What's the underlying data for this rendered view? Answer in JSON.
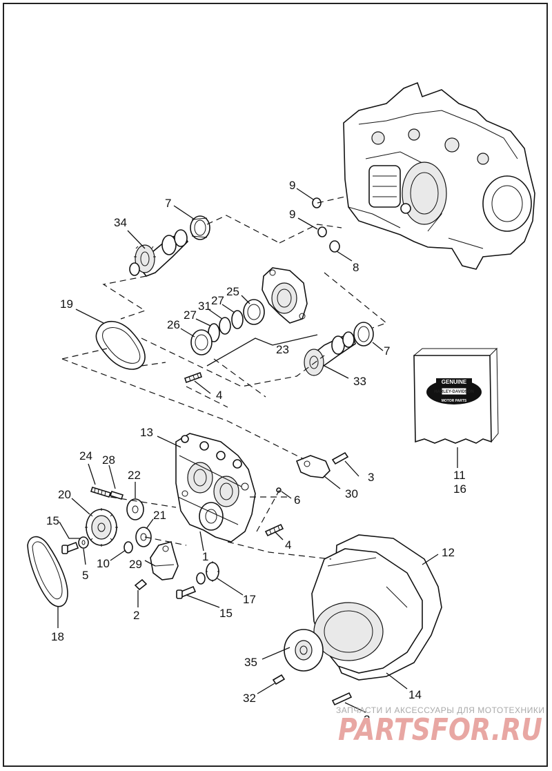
{
  "callouts": [
    {
      "id": "c9a",
      "label": "9"
    },
    {
      "id": "c9b",
      "label": "9"
    },
    {
      "id": "c8",
      "label": "8"
    },
    {
      "id": "c7a",
      "label": "7"
    },
    {
      "id": "c34",
      "label": "34"
    },
    {
      "id": "c25",
      "label": "25"
    },
    {
      "id": "c27a",
      "label": "27"
    },
    {
      "id": "c31",
      "label": "31"
    },
    {
      "id": "c27b",
      "label": "27"
    },
    {
      "id": "c26",
      "label": "26"
    },
    {
      "id": "c19",
      "label": "19"
    },
    {
      "id": "c23",
      "label": "23"
    },
    {
      "id": "c7b",
      "label": "7"
    },
    {
      "id": "c33",
      "label": "33"
    },
    {
      "id": "c4a",
      "label": "4"
    },
    {
      "id": "c11",
      "label": "11"
    },
    {
      "id": "c16",
      "label": "16"
    },
    {
      "id": "c13",
      "label": "13"
    },
    {
      "id": "c24",
      "label": "24"
    },
    {
      "id": "c28",
      "label": "28"
    },
    {
      "id": "c22",
      "label": "22"
    },
    {
      "id": "c3a",
      "label": "3"
    },
    {
      "id": "c20",
      "label": "20"
    },
    {
      "id": "c30",
      "label": "30"
    },
    {
      "id": "c6",
      "label": "6"
    },
    {
      "id": "c21",
      "label": "21"
    },
    {
      "id": "c15a",
      "label": "15"
    },
    {
      "id": "c4b",
      "label": "4"
    },
    {
      "id": "c10",
      "label": "10"
    },
    {
      "id": "c5",
      "label": "5"
    },
    {
      "id": "c29",
      "label": "29"
    },
    {
      "id": "c1",
      "label": "1"
    },
    {
      "id": "c12",
      "label": "12"
    },
    {
      "id": "c17",
      "label": "17"
    },
    {
      "id": "c2",
      "label": "2"
    },
    {
      "id": "c15b",
      "label": "15"
    },
    {
      "id": "c18",
      "label": "18"
    },
    {
      "id": "c35",
      "label": "35"
    },
    {
      "id": "c14",
      "label": "14"
    },
    {
      "id": "c32",
      "label": "32"
    },
    {
      "id": "c3b",
      "label": "3"
    }
  ],
  "logo": {
    "top": "GENUINE",
    "middle": "HARLEY-DAVIDSON",
    "bottom": "MOTOR PARTS"
  },
  "watermark": {
    "tagline": "ЗАПЧАСТИ И АКСЕССУАРЫ ДЛЯ МОТОТЕХНИКИ",
    "brand": "PARTSFOR.RU"
  },
  "colors": {
    "line": "#111111",
    "watermark_red": "#e8a7a3",
    "watermark_grey": "#a9a9a9"
  }
}
